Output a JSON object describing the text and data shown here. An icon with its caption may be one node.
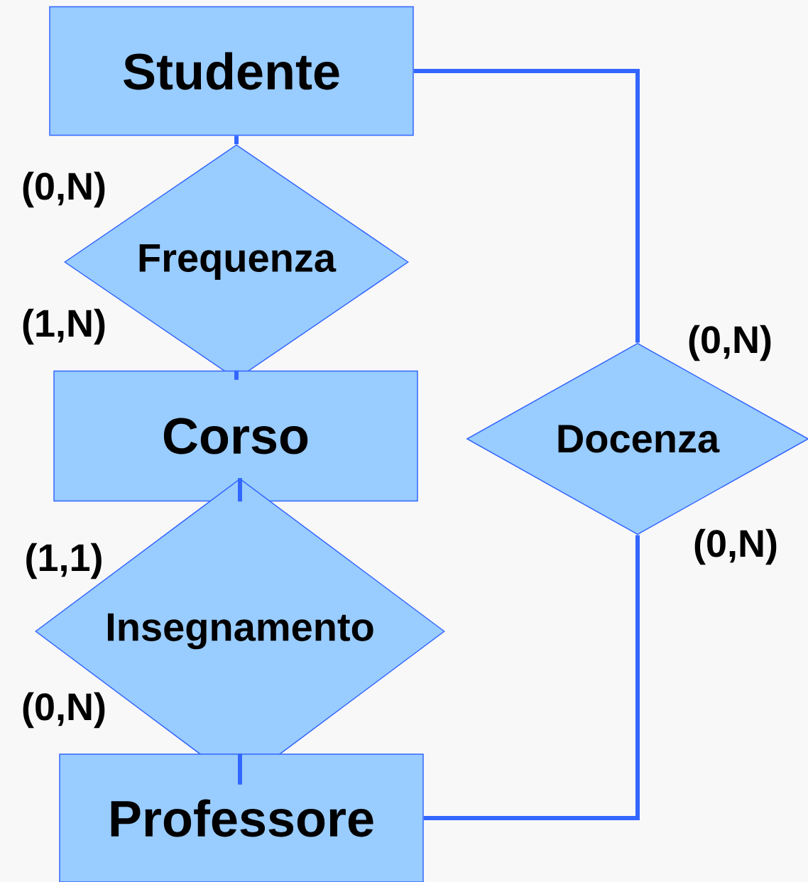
{
  "diagram": {
    "nodes": [
      {
        "text": [
          "Studente"
        ]
      },
      {
        "text": [
          "Frequenza"
        ]
      },
      {
        "text": [
          "Corso"
        ]
      },
      {
        "text": [
          "Docenza"
        ]
      },
      {
        "text": [
          "Insegnamento"
        ]
      },
      {
        "text": [
          "Professore"
        ]
      }
    ],
    "edges": [
      {
        "from": 0,
        "to": 1,
        "arrow": "none",
        "label": "(0,N)"
      },
      {
        "from": 1,
        "to": 2,
        "arrow": "none",
        "label": "(1,N)"
      },
      {
        "from": 2,
        "to": 4,
        "arrow": "none",
        "label": "(1,1)"
      },
      {
        "from": 4,
        "to": 5,
        "arrow": "none",
        "label": "(0,N)"
      },
      {
        "from": 0,
        "to": 3,
        "arrow": "none",
        "label": "(0,N)"
      },
      {
        "from": 3,
        "to": 5,
        "arrow": "none",
        "label": "(0,N)"
      }
    ]
  }
}
